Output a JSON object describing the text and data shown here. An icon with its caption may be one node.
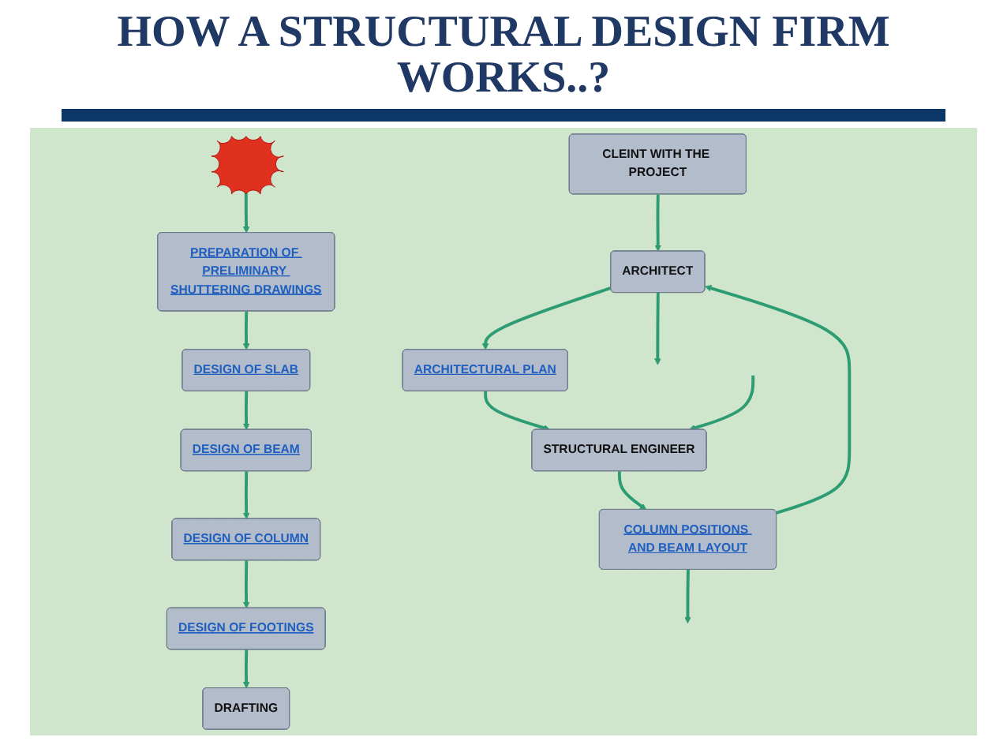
{
  "diagram": {
    "title": "HOW A STRUCTURAL DESIGN FIRM WORKS..?",
    "nodes": [
      {
        "text": [
          "CLEINT WITH THE PROJECT"
        ]
      },
      {
        "text": [
          "ARCHITECT"
        ]
      },
      {
        "text": [
          "ARCHITECTURAL PLAN"
        ]
      },
      {
        "text": [
          "STRUCTURAL ENGINEER"
        ]
      },
      {
        "text": [
          "COLUMN POSITIONS AND BEAM LAYOUT"
        ]
      },
      {
        "text": [],
        "shape": "star"
      },
      {
        "text": [
          "PREPARATION OF PRELIMINARY SHUTTERING DRAWINGS"
        ]
      },
      {
        "text": [
          "DESIGN OF SLAB"
        ]
      },
      {
        "text": [
          "DESIGN OF BEAM"
        ]
      },
      {
        "text": [
          "DESIGN OF COLUMN"
        ]
      },
      {
        "text": [
          "DESIGN OF FOOTINGS"
        ]
      },
      {
        "text": [
          "DRAFTING"
        ]
      }
    ],
    "edges": [
      {
        "from": 0,
        "to": 1,
        "arrow": "to"
      },
      {
        "from": 1,
        "to": 2,
        "arrow": "to"
      },
      {
        "from": 2,
        "to": 3,
        "arrow": "to"
      },
      {
        "from": 3,
        "to": 4,
        "arrow": "to"
      },
      {
        "from": 4,
        "to": 1,
        "arrow": "to"
      },
      {
        "from": 1,
        "to": null,
        "arrow": "to"
      },
      {
        "from": null,
        "to": 3,
        "arrow": "to"
      },
      {
        "from": 4,
        "to": null,
        "arrow": "to"
      },
      {
        "from": 5,
        "to": 6,
        "arrow": "to"
      },
      {
        "from": 6,
        "to": 7,
        "arrow": "to"
      },
      {
        "from": 7,
        "to": 8,
        "arrow": "to"
      },
      {
        "from": 8,
        "to": 9,
        "arrow": "to"
      },
      {
        "from": 9,
        "to": 10,
        "arrow": "to"
      },
      {
        "from": 10,
        "to": 11,
        "arrow": "to"
      }
    ]
  }
}
